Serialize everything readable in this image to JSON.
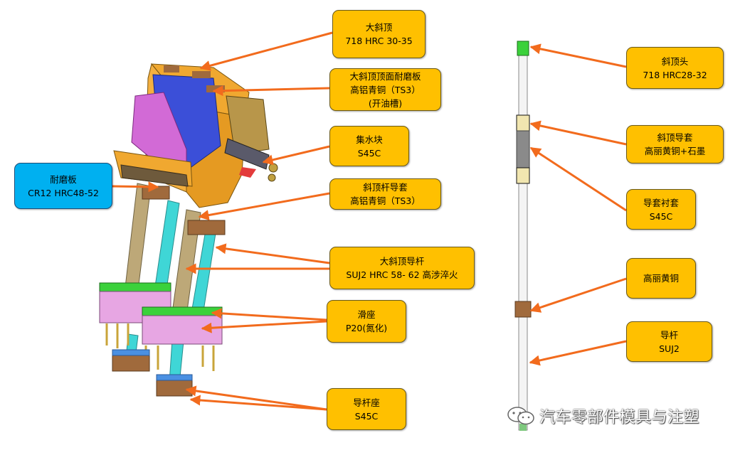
{
  "callouts": {
    "big_lifter": {
      "line1": "大斜顶",
      "line2": "718 HRC 30-35"
    },
    "wear_plate_top": {
      "line1": "大斜顶顶面耐磨板",
      "line2": "高铝青铜（TS3）",
      "line3": "(开油槽)"
    },
    "water_block": {
      "line1": "集水块",
      "line2": "S45C"
    },
    "wear_plate": {
      "line1": "耐磨板",
      "line2": "CR12  HRC48-52"
    },
    "rod_bushing": {
      "line1": "斜顶杆导套",
      "line2": "高铝青铜（TS3）"
    },
    "guide_rod": {
      "line1": "大斜顶导杆",
      "line2": "SUJ2 HRC 58- 62 高涉淬火"
    },
    "slide_seat": {
      "line1": "滑座",
      "line2": "P20(氮化)"
    },
    "rod_seat": {
      "line1": "导杆座",
      "line2": "S45C"
    },
    "lifter_head": {
      "line1": "斜顶头",
      "line2": "718 HRC28-32"
    },
    "lifter_bushing": {
      "line1": "斜顶导套",
      "line2": "高丽黄铜+石墨"
    },
    "bushing_sleeve": {
      "line1": "导套衬套",
      "line2": "S45C"
    },
    "brass": {
      "line1": "高丽黄铜"
    },
    "rod": {
      "line1": "导杆",
      "line2": "SUJ2"
    }
  },
  "watermark": {
    "text": "汽车零部件模具与注塑",
    "icon": "wechat-icon"
  },
  "colors": {
    "callout_fill": "#FFC000",
    "callout_blue": "#00B0F0",
    "arrow": "#F26B1D",
    "lifter_body": "#F0A830",
    "cavity_blue": "#3B4FD8",
    "side_magenta": "#D26AD6",
    "rod_tan": "#BDA878",
    "rod_cyan": "#3FD6D6",
    "slide_pink": "#E7A6E3",
    "green_bar": "#3BD13B",
    "bronze": "#A06A3C"
  }
}
